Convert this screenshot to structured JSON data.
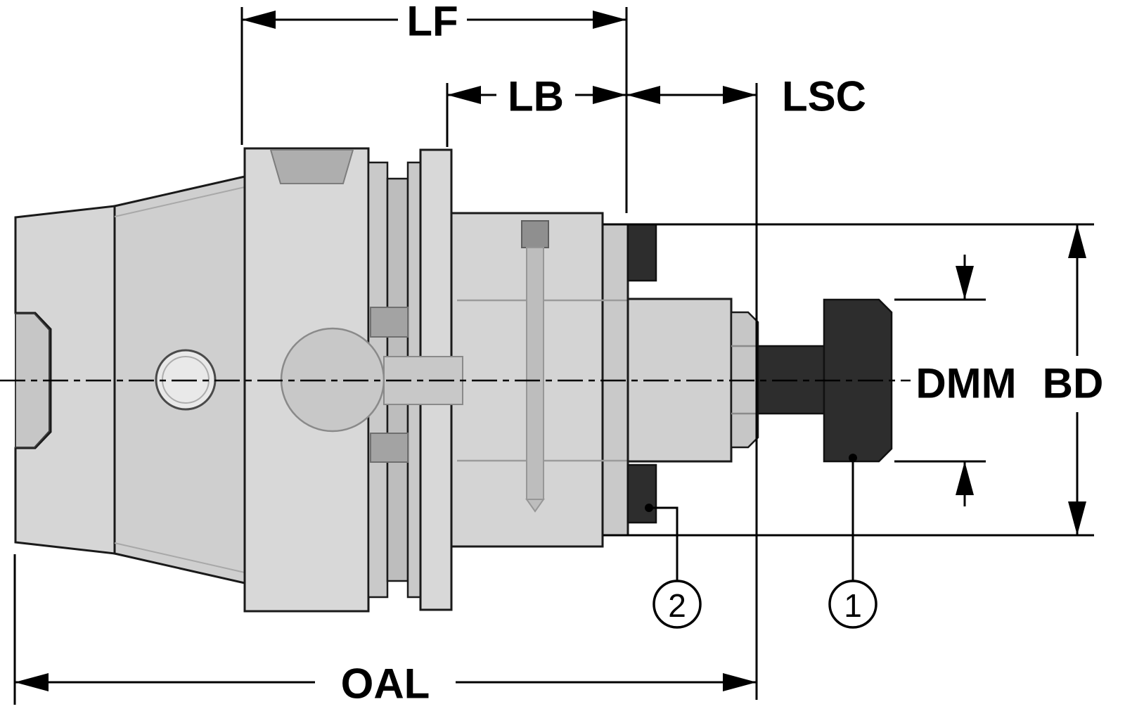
{
  "diagram": {
    "type": "technical-dimension-drawing",
    "subject": "HSK shell mill tool holder, side view with dimension annotations",
    "dimensions": {
      "lf": "LF",
      "lb": "LB",
      "lsc": "LSC",
      "oal": "OAL",
      "dmm": "DMM",
      "bd": "BD"
    },
    "callouts": {
      "one": "1",
      "two": "2"
    },
    "colors": {
      "line": "#000000",
      "hardware_dark": "#2d2d2d",
      "body_light": "#d6d6d6",
      "body_mid": "#c9c9c9",
      "body_shade": "#bdbdbd",
      "background": "#ffffff"
    }
  }
}
